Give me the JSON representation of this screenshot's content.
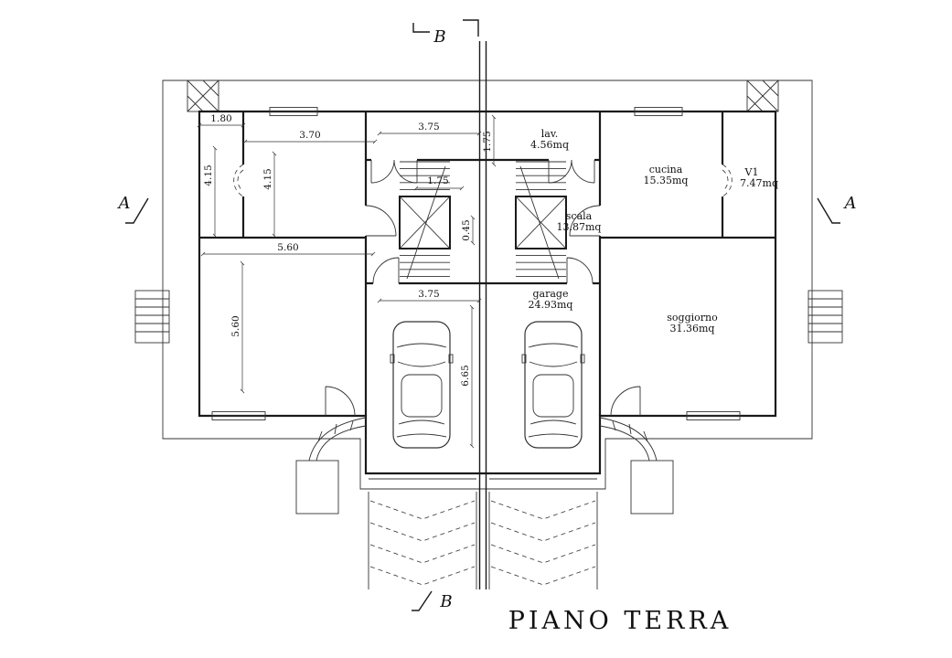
{
  "title": "PIANO TERRA",
  "section_labels": {
    "a_left": "A",
    "a_right": "A",
    "b_top": "B",
    "b_bottom": "B"
  },
  "rooms": {
    "lav": {
      "name": "lav.",
      "area": "4.56mq"
    },
    "cucina": {
      "name": "cucina",
      "area": "15.35mq"
    },
    "v1": {
      "name": "V1",
      "area": "7.47mq"
    },
    "scala": {
      "name": "scala",
      "area": "13.87mq"
    },
    "garage": {
      "name": "garage",
      "area": "24.93mq"
    },
    "soggiorno": {
      "name": "soggiorno",
      "area": "31.36mq"
    }
  },
  "dimensions": {
    "top_left_1": "1.80",
    "top_left_2": "3.70",
    "top_center": "3.75",
    "top_right_v": "1.75",
    "left_v1": "4.15",
    "left_v2": "4.15",
    "stair_w": "1.75",
    "center_v": "0.45",
    "mid_left_h": "5.60",
    "mid_left_v": "5.60",
    "garage_w": "3.75",
    "garage_l": "6.65"
  },
  "colors": {
    "line": "#1a1a1a",
    "background": "#ffffff"
  }
}
